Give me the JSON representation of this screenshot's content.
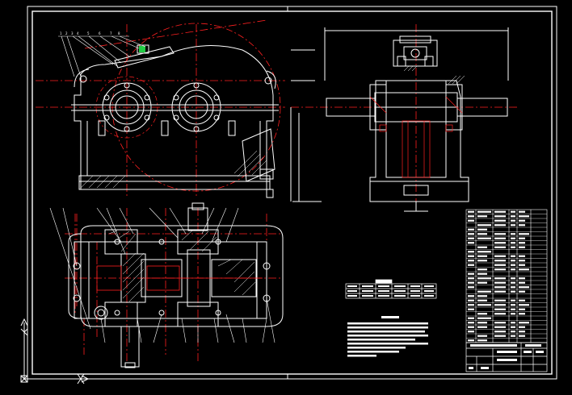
{
  "drawing": {
    "background": "#000000",
    "colors": {
      "frame": "#ffffff",
      "centerline": "#ff2020",
      "outline": "#ffffff",
      "hidden": "#ff2020",
      "hatch": "#ffffff",
      "dimension": "#ffffff",
      "accent_green": "#22cc44"
    },
    "views": [
      "front-view",
      "side-view",
      "top-section-view"
    ],
    "title_block": {
      "title_placeholder": "",
      "bill_of_materials_rows": 30
    },
    "technical_table": {
      "rows": 3,
      "cols": 6
    },
    "notes_lines": 10,
    "icons": [
      "ucs-axis-icon"
    ]
  }
}
